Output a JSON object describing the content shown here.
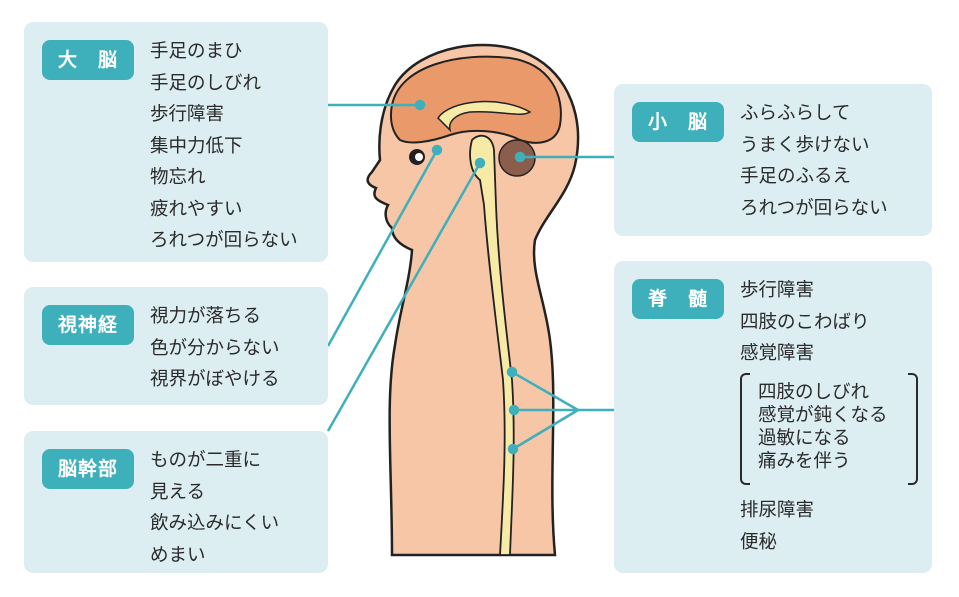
{
  "cerebrum": {
    "label": "大　脳",
    "items": [
      "手足のまひ",
      "手足のしびれ",
      "歩行障害",
      "集中力低下",
      "物忘れ",
      "疲れやすい",
      "ろれつが回らない"
    ]
  },
  "optic_nerve": {
    "label": "視神経",
    "items": [
      "視力が落ちる",
      "色が分からない",
      "視界がぼやける"
    ]
  },
  "brainstem": {
    "label": "脳幹部",
    "items": [
      "ものが二重に",
      "見える",
      "飲み込みにくい",
      "めまい"
    ]
  },
  "cerebellum": {
    "label": "小　脳",
    "items": [
      "ふらふらして",
      "うまく歩けない",
      "手足のふるえ",
      "ろれつが回らない"
    ]
  },
  "spinal_cord": {
    "label": "脊　髄",
    "items": [
      "歩行障害",
      "四肢のこわばり",
      "感覚障害"
    ],
    "bracket_items": [
      "四肢のしびれ",
      "感覚が鈍くなる",
      "過敏になる",
      "痛みを伴う"
    ],
    "items_after": [
      "排尿障害",
      "便秘"
    ]
  },
  "colors": {
    "accent": "#3eb0bb",
    "box": "#dceef2",
    "skin": "#f6c6a6",
    "brain": "#ea9a6a",
    "cord": "#f6eaa6",
    "cerebellum": "#8b5d4d"
  }
}
